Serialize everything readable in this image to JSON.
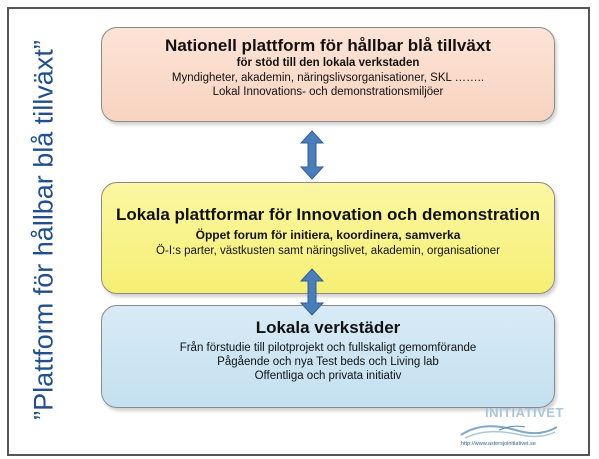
{
  "side_title": "”Plattform för hållbar blå tillväxt”",
  "boxes": {
    "national": {
      "title": "Nationell plattform för hållbar blå tillväxt",
      "subtitle": "för stöd till den lokala verkstaden",
      "line1": "Myndigheter, akademin, näringslivsorganisationer, SKL ……..",
      "line2": "Lokal Innovations- och demonstrationsmiljöer"
    },
    "local": {
      "title": "Lokala plattformar för Innovation och demonstration",
      "subtitle": "Öppet forum för initiera, koordinera, samverka",
      "line1": "Ö-I:s parter, västkusten samt näringslivet, akademin, organisationer"
    },
    "workshops": {
      "title": "Lokala verkstäder",
      "line1": "Från förstudie till pilotprojekt och fullskaligt gemomförande",
      "line2": "Pågående och nya Test beds och Living lab",
      "line3": "Offentliga och privata initiativ"
    }
  },
  "logo": {
    "word": "INITIATIVET",
    "url": "http://www.astersjoinitiativet.se"
  },
  "colors": {
    "national_fill": "#fde4d6",
    "local_fill": "#f6ef74",
    "workshops_fill": "#c3e0f0",
    "arrow": "#4a7ebb",
    "side_title": "#1f4f8e"
  }
}
